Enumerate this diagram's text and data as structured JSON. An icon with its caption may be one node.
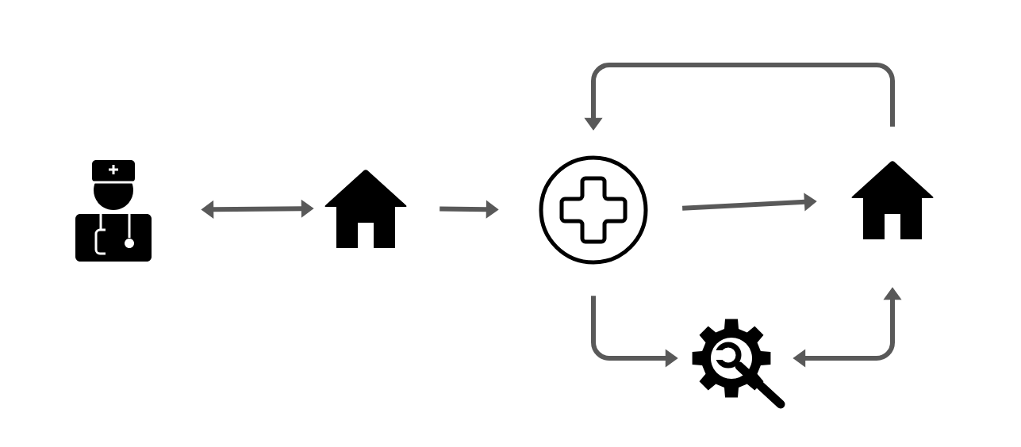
{
  "diagram": {
    "nodes": [
      {
        "text": [],
        "shape": "person"
      },
      {
        "text": [],
        "shape": "house"
      },
      {
        "text": [],
        "shape": "circle"
      },
      {
        "text": [],
        "shape": "house"
      },
      {
        "text": [],
        "shape": "gear"
      }
    ],
    "edges": [
      {
        "from": 0,
        "to": 1,
        "arrow": "both"
      },
      {
        "from": 1,
        "to": 2,
        "arrow": "to"
      },
      {
        "from": 2,
        "to": 3,
        "arrow": "to"
      },
      {
        "from": 3,
        "to": 2,
        "arrow": "to"
      },
      {
        "from": 2,
        "to": 4,
        "arrow": "to"
      },
      {
        "from": 4,
        "to": 3,
        "arrow": "both"
      }
    ]
  }
}
